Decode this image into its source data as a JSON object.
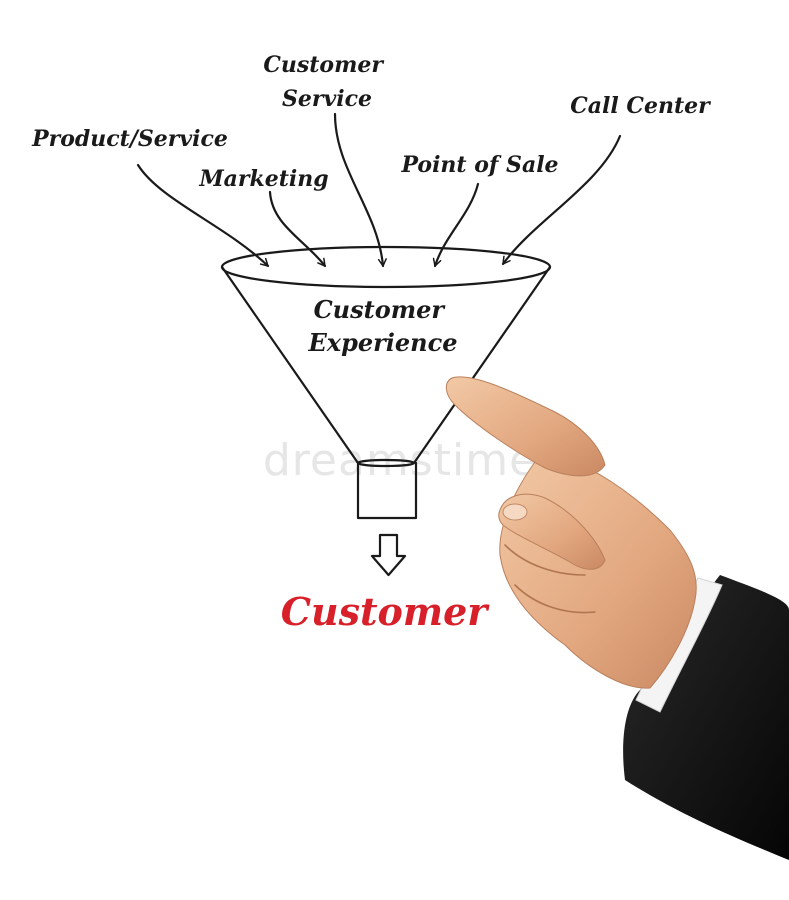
{
  "diagram": {
    "sources": [
      {
        "id": "product-service",
        "label": "Product/Service"
      },
      {
        "id": "marketing",
        "label": "Marketing"
      },
      {
        "id": "customer-service",
        "lines": [
          "Customer",
          "Service"
        ]
      },
      {
        "id": "point-of-sale",
        "label": "Point of Sale"
      },
      {
        "id": "call-center",
        "label": "Call Center"
      }
    ],
    "funnel": {
      "label_lines": [
        "Customer",
        "Experience"
      ]
    },
    "result": {
      "label": "Customer"
    },
    "watermark": "dreamstime"
  },
  "colors": {
    "ink": "#1a1a1a",
    "result": "#d8202a",
    "background": "#ffffff",
    "suit": "#121212",
    "skin": "#e9b48e"
  }
}
